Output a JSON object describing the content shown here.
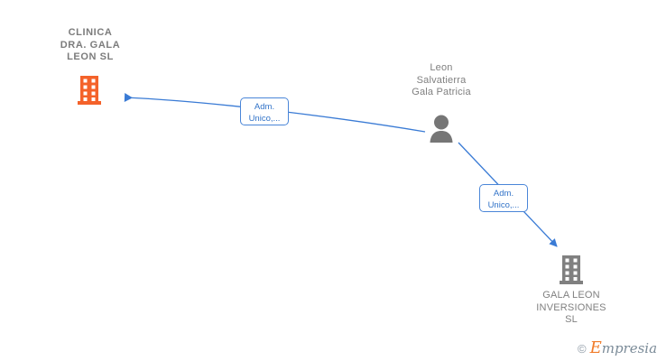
{
  "diagram": {
    "title": "Mercantile relationship diagram",
    "background_color": "#ffffff",
    "edge_color": "#3a7bd5",
    "nodes": [
      {
        "id": "clinica",
        "type": "company",
        "icon": "building-icon",
        "icon_color": "#f4622a",
        "label": "CLINICA\nDRA. GALA\nLEON  SL",
        "label_position": "above",
        "bold": true
      },
      {
        "id": "person",
        "type": "person",
        "icon": "person-icon",
        "icon_color": "#767676",
        "label": "Leon\nSalvatierra\nGala Patricia",
        "label_position": "above",
        "bold": false
      },
      {
        "id": "gala-leon-inversiones",
        "type": "company",
        "icon": "building-icon",
        "icon_color": "#808080",
        "label": "GALA LEON\nINVERSIONES\nSL",
        "label_position": "below",
        "bold": false
      }
    ],
    "edges": [
      {
        "id": "edge-person-clinica",
        "from": "person",
        "to": "clinica",
        "label": "Adm.\nUnico,...",
        "arrow": "to"
      },
      {
        "id": "edge-person-inversiones",
        "from": "person",
        "to": "gala-leon-inversiones",
        "label": "Adm.\nUnico,...",
        "arrow": "to"
      }
    ]
  },
  "watermark": {
    "copyright": "©",
    "brand_initial": "E",
    "brand_rest": "mpresia"
  }
}
